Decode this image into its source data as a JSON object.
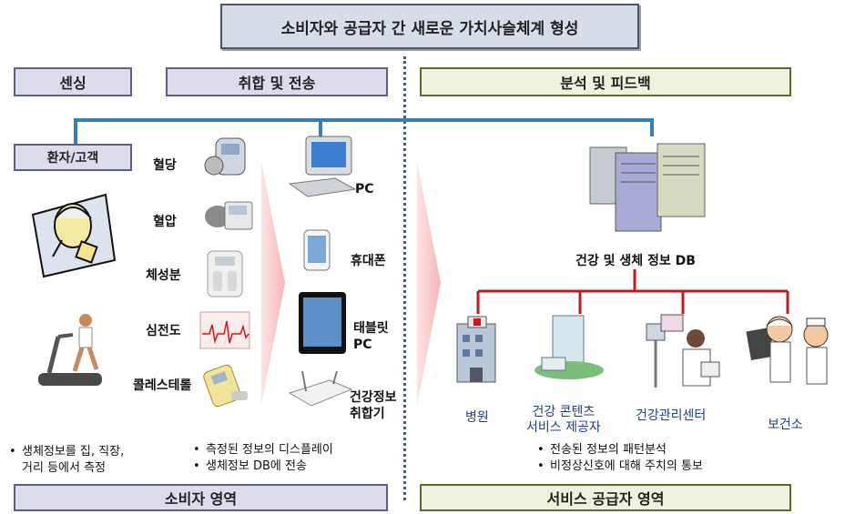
{
  "title": "소비자와 공급자 간 새로운 가치사슬체계 형성",
  "headers": {
    "sensing": "센싱",
    "collect": "취합 및 전송",
    "analysis": "분석 및 피드백",
    "consumer_area": "소비자 영역",
    "provider_area": "서비스 공급자 영역"
  },
  "patient_label": "환자/고객",
  "sensors": [
    "혈당",
    "혈압",
    "체성분",
    "심전도",
    "콜레스테롤"
  ],
  "devices": [
    "PC",
    "휴대폰",
    "태블릿\nPC",
    "건강정보\n취합기"
  ],
  "db_label": "건강 및 생체 정보 DB",
  "providers": [
    "병원",
    "건강 콘텐츠\n서비스 제공자",
    "건강관리센터",
    "보건소"
  ],
  "bullets_left": [
    "생체정보를 집, 직장,\n거리 등에서 측정"
  ],
  "bullets_mid": [
    "측정된 정보의 디스플레이",
    "생체정보 DB에 전송"
  ],
  "bullets_right": [
    "전송된 정보의 패턴분석",
    "비정상신호에 대해 주치의 통보"
  ],
  "colors": {
    "connector_blue": "#3a7fb8",
    "connector_red": "#c0191f",
    "divider": "#2b5faa",
    "purple_fill": "#dcdceb",
    "green_fill": "#eef1de"
  }
}
